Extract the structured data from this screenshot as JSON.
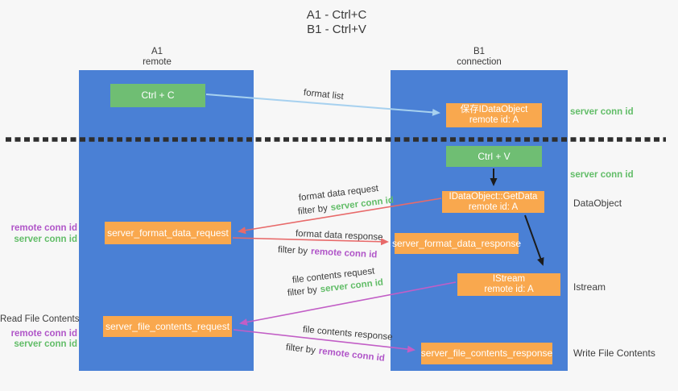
{
  "title": {
    "line1": "A1 - Ctrl+C",
    "line2": "B1 - Ctrl+V"
  },
  "lanes": {
    "left": {
      "id": "A1",
      "name": "remote"
    },
    "right": {
      "id": "B1",
      "name": "connection"
    }
  },
  "boxes": {
    "ctrl_c": {
      "label": "Ctrl + C"
    },
    "save_idataobject": {
      "line1": "保存IDataObject",
      "line2": "remote id: A"
    },
    "ctrl_v": {
      "label": "Ctrl + V"
    },
    "getdata": {
      "line1": "IDataObject::GetData",
      "line2": "remote id: A"
    },
    "server_format_data_request": {
      "label": "server_format_data_request"
    },
    "server_format_data_response": {
      "label": "server_format_data_response"
    },
    "istream": {
      "line1": "IStream",
      "line2": "remote id: A"
    },
    "server_file_contents_request": {
      "label": "server_file_contents_request"
    },
    "server_file_contents_response": {
      "label": "server_file_contents_response"
    }
  },
  "annotations": {
    "server_conn_id_top": "server conn id",
    "server_conn_id_mid": "server conn id",
    "dataobject": "DataObject",
    "istream": "Istream",
    "write_file_contents": "Write File Contents",
    "read_file_contents": "Read File Contents",
    "req1_remote_conn_id": "remote conn id",
    "req1_server_conn_id": "server conn id",
    "req2_remote_conn_id": "remote conn id",
    "req2_server_conn_id": "server conn id"
  },
  "flow_labels": {
    "format_list": "format list",
    "format_data_request": "format data request",
    "format_data_response": "format data response",
    "file_contents_request": "file contents request",
    "file_contents_response": "file contents response",
    "filter_by": "filter by",
    "server_conn_id": "server conn id",
    "remote_conn_id": "remote conn id"
  },
  "colors": {
    "lane_blue": "#4a80d5",
    "box_green": "#6fbe73",
    "box_orange": "#f9a84e",
    "accent_green": "#62bd68",
    "accent_purple": "#b055c8",
    "arrow_red": "#e86a6a",
    "arrow_magenta": "#c25ec6",
    "arrow_lightblue": "#a7d1ef",
    "arrow_black": "#1c1c1c",
    "separator_black": "#2e2e2e",
    "text": "#3d3d3d",
    "background": "#f7f7f7"
  }
}
